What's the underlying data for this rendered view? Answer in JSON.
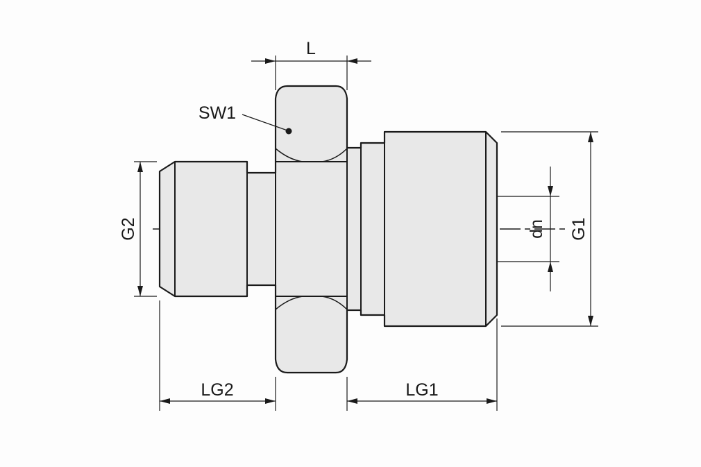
{
  "drawing": {
    "labels": {
      "hex_length": "L",
      "wrench_size": "SW1",
      "thread_small": "G2",
      "bore_diameter": "dn",
      "thread_large": "G1",
      "thread_length_small": "LG2",
      "thread_length_large": "LG1"
    },
    "colors": {
      "line": "#1a1a1a",
      "part_fill": "#e8e8e8",
      "background": "#ffffff"
    }
  }
}
